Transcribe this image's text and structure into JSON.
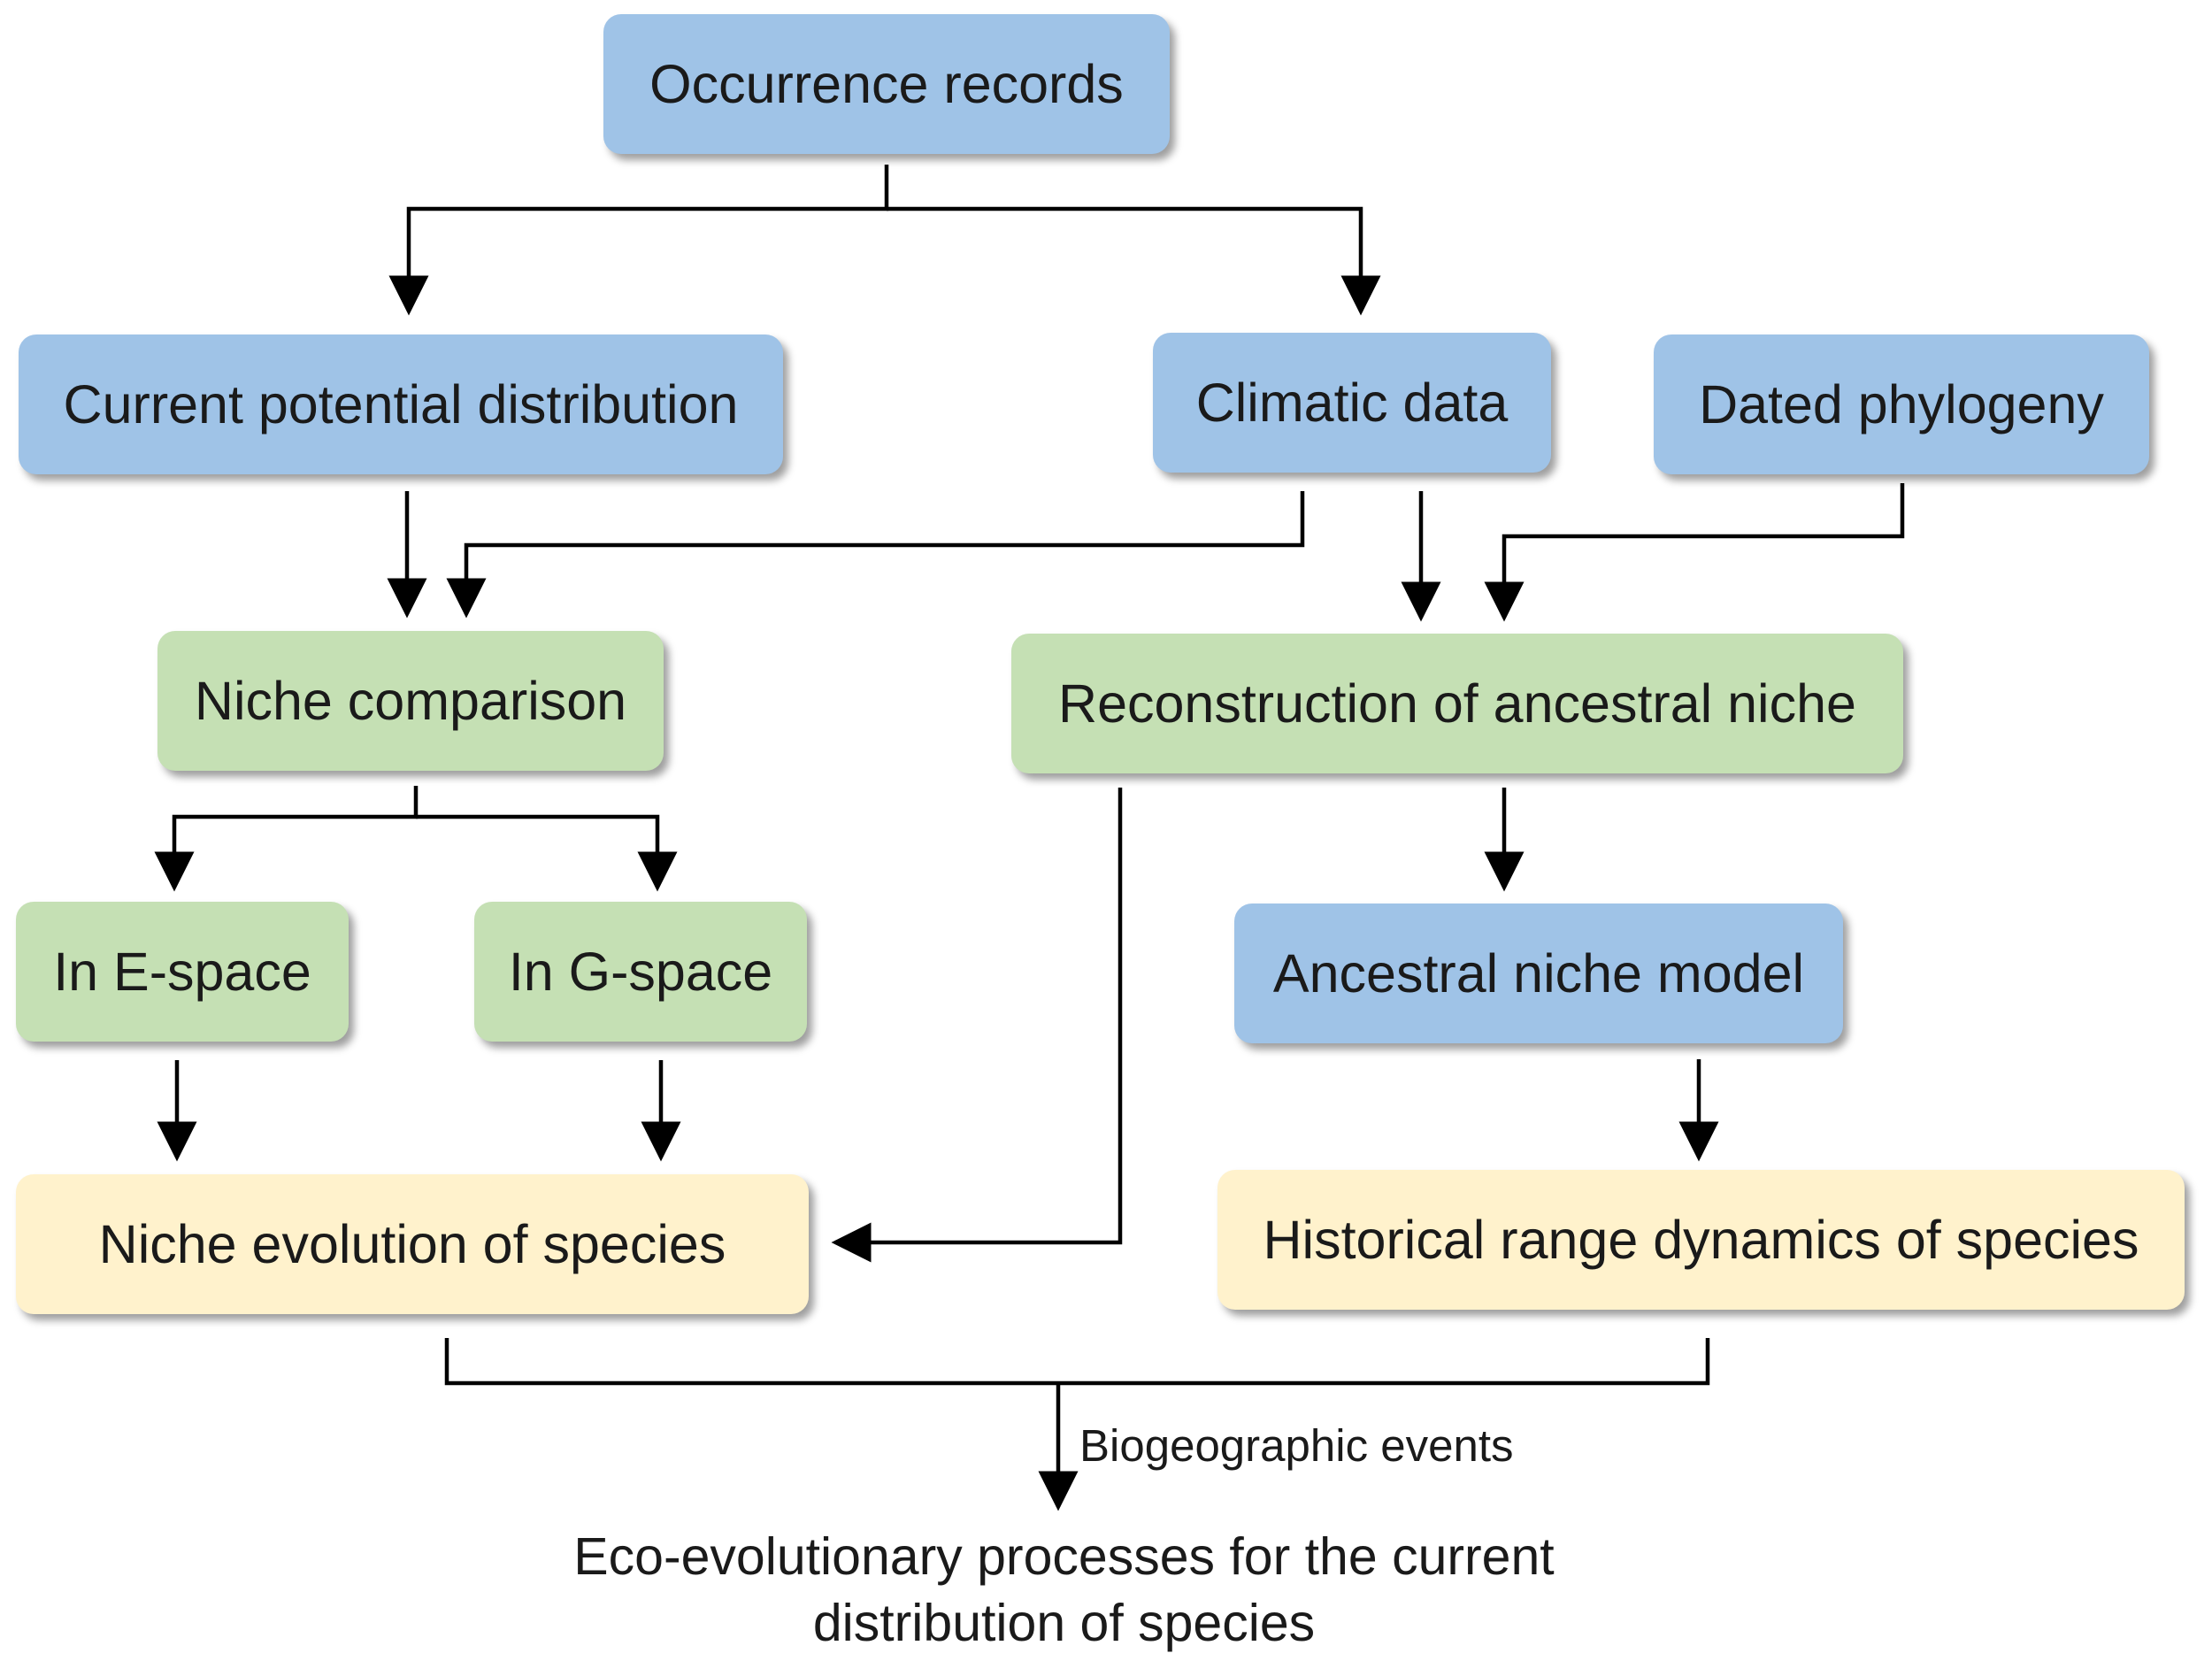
{
  "colors": {
    "input_box": "#9fc3e7",
    "analysis_box": "#c5e0b4",
    "result_box": "#fff2cc",
    "connector": "#000000"
  },
  "nodes": {
    "occurrence_records": "Occurrence records",
    "current_potential_distribution": "Current potential distribution",
    "climatic_data": "Climatic data",
    "dated_phylogeny": "Dated phylogeny",
    "niche_comparison": "Niche comparison",
    "reconstruction_ancestral_niche": "Reconstruction of ancestral niche",
    "in_e_space": "In E-space",
    "in_g_space": "In G-space",
    "ancestral_niche_model": "Ancestral niche model",
    "niche_evolution": "Niche evolution of species",
    "historical_range_dynamics": "Historical range dynamics of species"
  },
  "edge_label": "Biogeographic events",
  "outcome": {
    "line1": "Eco-evolutionary processes for the current",
    "line2": "distribution of species"
  }
}
